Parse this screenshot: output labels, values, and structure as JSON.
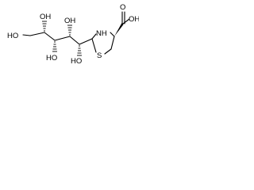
{
  "structure": {
    "atoms": {
      "carboxyl_oh": "OH",
      "carbonyl_o": "O",
      "ring_nh": "NH",
      "ring_s": "S",
      "hydroxyl_top_left": "OH",
      "hydroxyl_top_right": "OH",
      "hydroxyl_left": "HO",
      "hydroxyl_bottom_left": "HO",
      "hydroxyl_bottom_right": "HO"
    }
  }
}
